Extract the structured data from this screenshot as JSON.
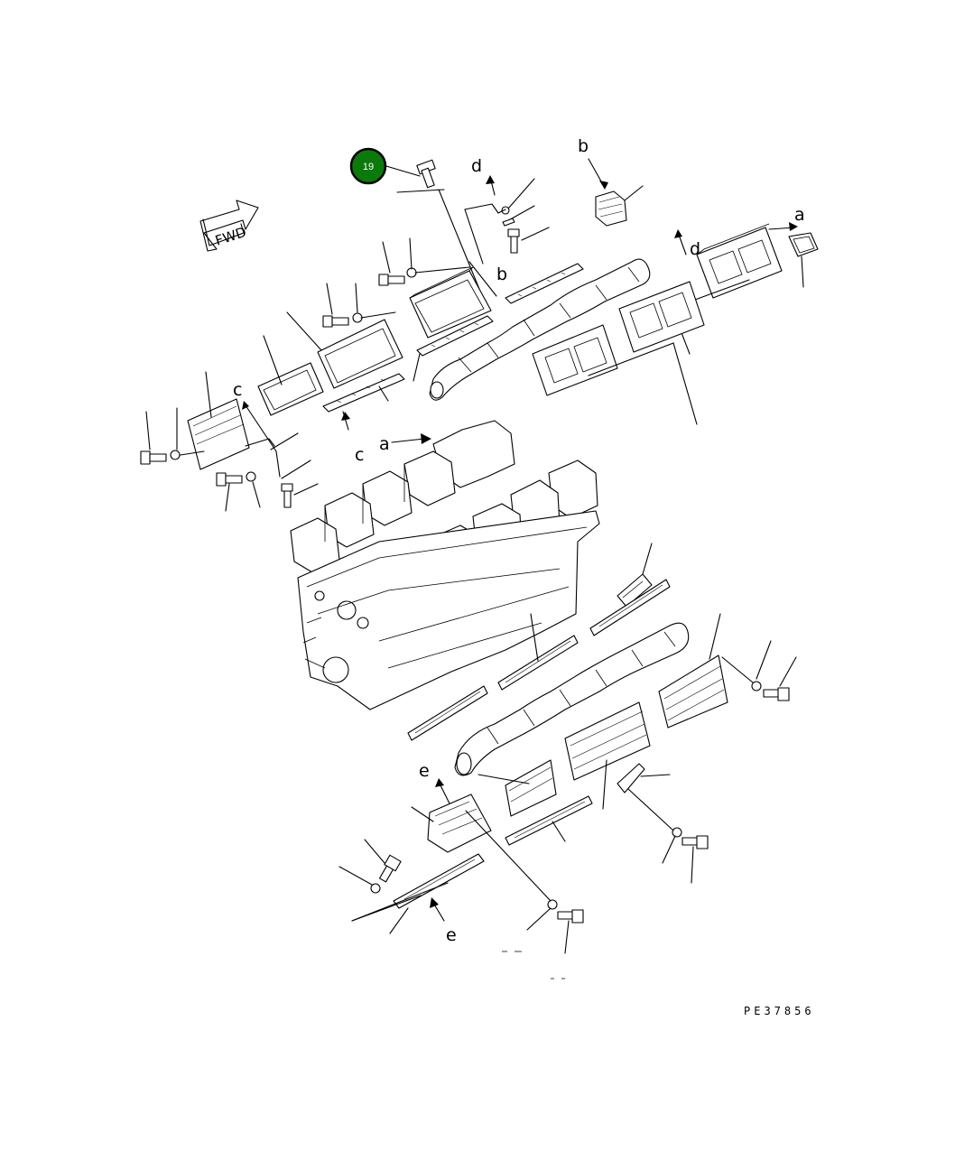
{
  "badge": {
    "number": "19",
    "fill": "#0b7a0b",
    "ring": "#000000"
  },
  "direction_arrow": {
    "text": "FWD"
  },
  "reference_labels": {
    "a_top": "a",
    "a_mid": "a",
    "b_top": "b",
    "b_mid": "b",
    "c_left": "c",
    "c_mid": "c",
    "d_top": "d",
    "d_mid": "d",
    "e_top": "e",
    "e_bottom": "e"
  },
  "drawing_code": "PE37856"
}
